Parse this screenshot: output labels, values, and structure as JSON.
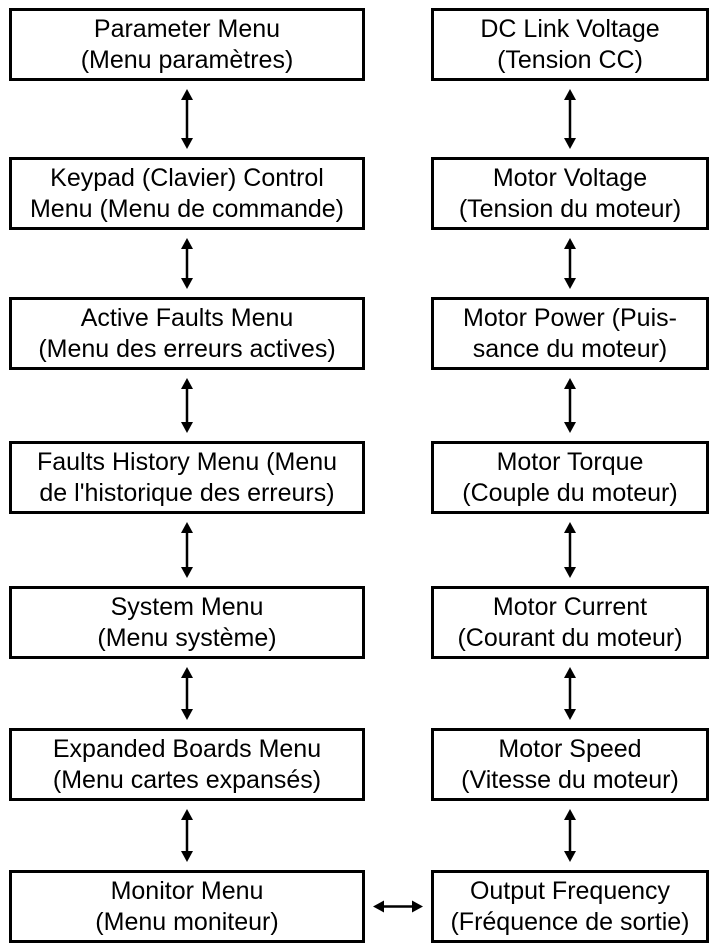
{
  "left_column": [
    {
      "id": "parameter-menu",
      "line1": "Parameter Menu",
      "line2": "(Menu paramètres)"
    },
    {
      "id": "keypad-control-menu",
      "line1": "Keypad (Clavier) Control",
      "line2": "Menu (Menu de commande)"
    },
    {
      "id": "active-faults-menu",
      "line1": "Active Faults Menu",
      "line2": "(Menu des erreurs actives)"
    },
    {
      "id": "faults-history-menu",
      "line1": "Faults History Menu (Menu",
      "line2": "de l'historique des erreurs)"
    },
    {
      "id": "system-menu",
      "line1": "System Menu",
      "line2": "(Menu système)"
    },
    {
      "id": "expanded-boards-menu",
      "line1": "Expanded Boards Menu",
      "line2": "(Menu cartes expansés)"
    },
    {
      "id": "monitor-menu",
      "line1": "Monitor Menu",
      "line2": "(Menu moniteur)"
    }
  ],
  "right_column": [
    {
      "id": "dc-link-voltage",
      "line1": "DC Link Voltage",
      "line2": "(Tension CC)"
    },
    {
      "id": "motor-voltage",
      "line1": "Motor Voltage",
      "line2": "(Tension du moteur)"
    },
    {
      "id": "motor-power",
      "line1": "Motor Power (Puis-",
      "line2": "sance du moteur)"
    },
    {
      "id": "motor-torque",
      "line1": "Motor Torque",
      "line2": "(Couple du moteur)"
    },
    {
      "id": "motor-current",
      "line1": "Motor Current",
      "line2": "(Courant du moteur)"
    },
    {
      "id": "motor-speed",
      "line1": "Motor Speed",
      "line2": "(Vitesse du moteur)"
    },
    {
      "id": "output-frequency",
      "line1": "Output Frequency",
      "line2": "(Fréquence de sortie)"
    }
  ],
  "edges": [
    {
      "from": "parameter-menu",
      "to": "keypad-control-menu",
      "bidirectional": true
    },
    {
      "from": "keypad-control-menu",
      "to": "active-faults-menu",
      "bidirectional": true
    },
    {
      "from": "active-faults-menu",
      "to": "faults-history-menu",
      "bidirectional": true
    },
    {
      "from": "faults-history-menu",
      "to": "system-menu",
      "bidirectional": true
    },
    {
      "from": "system-menu",
      "to": "expanded-boards-menu",
      "bidirectional": true
    },
    {
      "from": "expanded-boards-menu",
      "to": "monitor-menu",
      "bidirectional": true
    },
    {
      "from": "monitor-menu",
      "to": "output-frequency",
      "bidirectional": true
    },
    {
      "from": "output-frequency",
      "to": "motor-speed",
      "bidirectional": true
    },
    {
      "from": "motor-speed",
      "to": "motor-current",
      "bidirectional": true
    },
    {
      "from": "motor-current",
      "to": "motor-torque",
      "bidirectional": true
    },
    {
      "from": "motor-torque",
      "to": "motor-power",
      "bidirectional": true
    },
    {
      "from": "motor-power",
      "to": "motor-voltage",
      "bidirectional": true
    },
    {
      "from": "motor-voltage",
      "to": "dc-link-voltage",
      "bidirectional": true
    }
  ],
  "colors": {
    "stroke": "#000000",
    "background": "#ffffff",
    "text": "#000000"
  }
}
